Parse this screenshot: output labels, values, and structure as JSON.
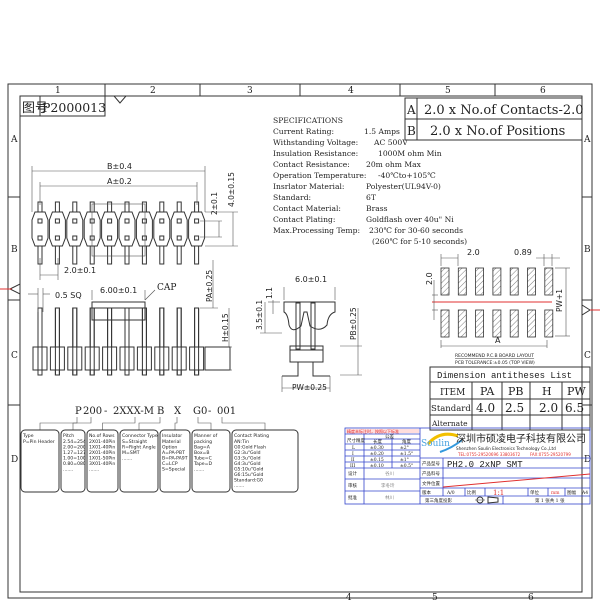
{
  "frame": {
    "cols_top": [
      "1",
      "2",
      "3",
      "4",
      "5",
      "6"
    ],
    "rows": [
      "A",
      "B",
      "C",
      "D"
    ],
    "cols_bottom": [
      "4",
      "5",
      "6"
    ]
  },
  "drawing_no": {
    "label": "图号",
    "value": "P2000013"
  },
  "formula": {
    "rows": [
      {
        "key": "A",
        "text": "2.0 x No.of Contacts-2.0"
      },
      {
        "key": "B",
        "text": "2.0 x No.of Positions"
      }
    ]
  },
  "specs": {
    "title": "SPECIFICATIONS",
    "items": [
      {
        "k": "Current Rating:",
        "v": "1.5 Amps"
      },
      {
        "k": "Withstanding Voltage:",
        "v": "AC  500V"
      },
      {
        "k": "Insulation Resistance:",
        "v": "1000M ohm Min"
      },
      {
        "k": "Contact Resistance:",
        "v": "20m ohm Max"
      },
      {
        "k": "Operation Temperature:",
        "v": "-40℃to+105℃"
      },
      {
        "k": "Insrlator Material:",
        "v": "Polyester(UL94V-0)"
      },
      {
        "k": "Standard:",
        "v": "6T"
      },
      {
        "k": "Contact Material:",
        "v": "Brass"
      },
      {
        "k": "Contact Plating:",
        "v": "Goldflash over 40u\" Ni"
      },
      {
        "k": "Max.Processing Temp:",
        "v": "230℃ for 30-60 seconds"
      },
      {
        "k": "",
        "v": "(260℃ for  5-10 seconds)"
      }
    ]
  },
  "top_view": {
    "dim_b": "B±0.4",
    "dim_a": "A±0.2",
    "dim_pitch": "2.0±0.1",
    "dim_row": "2±0.1",
    "dim_width": "4.0±0.15"
  },
  "side_view": {
    "dim_sq": "0.5 SQ",
    "dim_cap": "6.00±0.1",
    "cap": "CAP",
    "dim_pa": "PA±0.25",
    "dim_h": "H±0.15"
  },
  "end_view": {
    "dim_35": "3.5±0.1",
    "dim_11": "1.1",
    "dim_6": "6.0±0.1",
    "dim_pb": "PB±0.25",
    "dim_pw": "PW±0.25"
  },
  "pcb": {
    "dim_pitch": "2.0",
    "dim_pad": "0.89",
    "dim_row": "2.0",
    "dim_pw": "PW+1",
    "dim_a": "A",
    "caption1": "RECOMMEND P.C.B BOARD LAYOUT",
    "caption2": "PCB TOLERANCE:±0.05 (TOP VIEW)"
  },
  "dim_table": {
    "title": "Dimension antitheses List",
    "headers": [
      "ITEM",
      "PA",
      "PB",
      "H",
      "PW"
    ],
    "standard": [
      "Standard",
      "4.0",
      "2.5",
      "2.0",
      "6.5"
    ],
    "alternate": [
      "Alternate",
      "",
      "",
      "",
      ""
    ]
  },
  "part_number": {
    "segments": [
      "P",
      "200",
      "-",
      "2XXX-M",
      "B",
      "X",
      "G0",
      "-",
      "001"
    ],
    "boxes": [
      {
        "title": "Type",
        "lines": [
          "P=Pin Header"
        ]
      },
      {
        "title": "Pitch",
        "lines": [
          "2.54=254",
          "2.00=200",
          "1.27=127",
          "1.00=100",
          "0.80=080",
          "......."
        ]
      },
      {
        "title": "No.of Rows",
        "lines": [
          "2X01-40Pin",
          "1X01-40Pin",
          "2X01-40Pin",
          "1X01-50Pin",
          "3X01-40Pin",
          "......."
        ]
      },
      {
        "title": "Connector Type",
        "lines": [
          "S=Straight",
          "R=Right Angle",
          "M=SMT",
          "......."
        ]
      },
      {
        "title": "Insulator",
        "lines": [
          "Material",
          "Option",
          "A=PA-PBT",
          "B=PA-PA9T",
          "C=LCP",
          "S=Special"
        ]
      },
      {
        "title": "Manner of",
        "lines": [
          "packing",
          "Bag=A",
          "Box=B",
          "Tube=C",
          "Tape=D",
          "......."
        ]
      },
      {
        "title": "Contact Plating",
        "lines": [
          "AN:Tin",
          "G0:Gold Flash",
          "G2:3u\"Gold",
          "G3:3u\"Gold",
          "G4:3u\"Gold",
          "G5:10u\"Gold",
          "G6:15u\"Gold",
          "Standard:G0",
          "......."
        ]
      }
    ]
  },
  "title_block": {
    "tol_note": "精度未标注时，按照以下标准",
    "tol_header": "尺寸精度",
    "tol_group": "公差",
    "tol_len": "长度",
    "tol_ang": "角度",
    "tol_rows": [
      [
        "L",
        "±0.30",
        "±2°"
      ],
      [
        "I",
        "±0.20",
        "±1.5°"
      ],
      [
        "II",
        "±0.15",
        "±1°"
      ],
      [
        "III",
        "±0.10",
        "±0.5°"
      ]
    ],
    "sign_rows": [
      [
        "设计",
        "谷川"
      ],
      [
        "审核",
        "李冬玲"
      ],
      [
        "批准",
        "林川"
      ]
    ],
    "logo": "Soulin",
    "company_cn": "深圳市硕凌电子科技有限公司",
    "company_en": "Shenzhen Soulin Electronics Technology Co.,Ltd",
    "tel": "TEL:0755-29520696 33803672",
    "fax": "FAX:0755-29520799",
    "product_label": "产品型号",
    "product": "PH2.0 2xNP SMT",
    "code_label": "产品料号",
    "file_label": "文件位置",
    "version_label": "版本",
    "version": "A/0",
    "scale_label": "比例",
    "scale": "1:1",
    "unit_label": "单位",
    "unit": "mm",
    "size_label": "图幅",
    "size": "A4",
    "projection": "第三角度投影",
    "sheet": "第 1 张共 1 张"
  },
  "colors": {
    "red": "#e03030",
    "blue": "#3344cc"
  }
}
